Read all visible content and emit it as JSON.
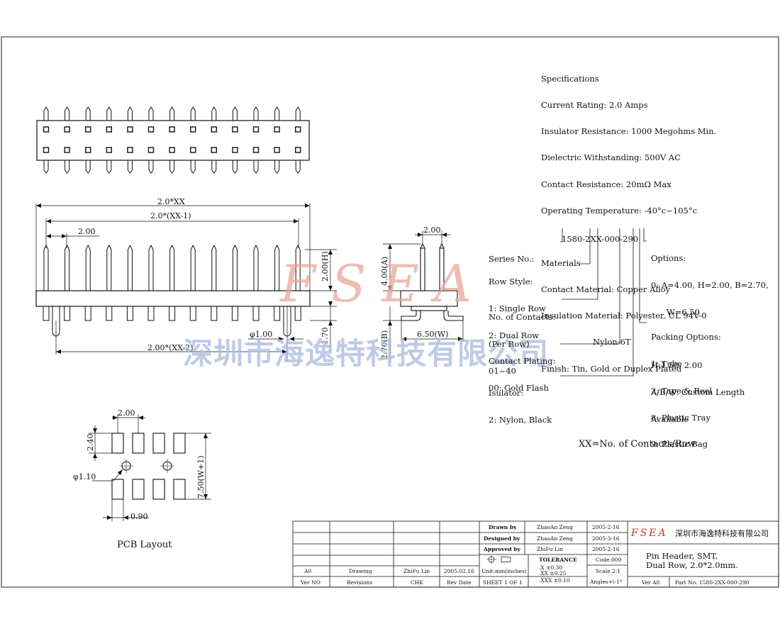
{
  "specifications": {
    "heading": "Specifications",
    "lines": [
      "Current Rating: 2.0 Amps",
      "Insulator Resistance: 1000 Megohms Min.",
      "Dielectric Withstanding: 500V AC",
      "Contact Resistance: 20mΩ Max",
      "Operating Temperature: -40°c~105°c"
    ]
  },
  "materials": {
    "heading": "Materials",
    "lines": [
      "Contact Material: Copper Alloy",
      "Insulation Material: Polyester, UL 94V-0",
      "                    Nylon-6T",
      "Finish: Tin, Gold or Duplex Plated"
    ]
  },
  "part_number": {
    "code": "1580-2XX-000-290",
    "series": "Series No.:",
    "row_style": [
      "Row Style:",
      "1: Single Row",
      "2: Dual Row"
    ],
    "contacts": [
      "No. of Contacts:",
      "(Per Row)",
      "01~40"
    ],
    "plating": [
      "Contact Plating:",
      "00: Gold Flash"
    ],
    "insulator": [
      "Isulator:",
      "2: Nylon, Black"
    ],
    "options": [
      "Options:",
      "0: A=4.00, H=2.00, B=2.70,",
      "      W=6.50",
      "",
      "H:1.50, 2.00",
      "A/B/W: Custom Length",
      "Available"
    ],
    "packing": [
      "Packing Options:",
      "1: Tube",
      "2: Tape & Reel",
      "8: Plastic Tray",
      "9: Plastic Bag"
    ],
    "xx_note": "XX=No. of Contacts/Row"
  },
  "dimensions": {
    "overall": "2.0*XX",
    "span": "2.0*(XX-1)",
    "pitch": "2.00",
    "height_h": "2.00(H)",
    "tail": "1.70",
    "post_dia": "φ1.00",
    "post_span": "2.00*(XX-2)",
    "side_pitch": "2.00",
    "side_a": "4.00(A)",
    "side_b": "2.70(B)",
    "side_w": "6.50(W)"
  },
  "pcb_layout": {
    "label": "PCB Layout",
    "pitch": "2.00",
    "pad_len": "2.40",
    "hole": "φ1.10",
    "pad_w": "0.90",
    "span": "7.50(W+1)"
  },
  "watermark": {
    "logo": "FSEA",
    "company": "深圳市海逸特科技有限公司"
  },
  "title_block": {
    "drawn_by_label": "Drawn  by",
    "drawn_by": "ZhaoAn Zeng",
    "drawn_date": "2005-2-16",
    "designed_by_label": "Designed  by",
    "designed_by": "ZhaoAn Zeng",
    "designed_date": "2005-3-16",
    "approved_by_label": "Approved  by",
    "approved_by": "ZhiFu Lin",
    "approved_date": "2005-2-16",
    "rev_row": [
      "A0",
      "Drawing",
      "ZhiFu Lin",
      "2005.02.16"
    ],
    "rev_headers": [
      "Ver NO",
      "Revisions",
      "CHK",
      "Rev Date"
    ],
    "units": "Unit:mm(inches)",
    "sheet": "SHEET  1  OF  1",
    "tolerance_label": "TOLERANCE",
    "tol_x": ".X      ±0.30",
    "tol_xx": ".XX     ±0.25",
    "tol_xxx": ".XXX    ±0.10",
    "code": "Code:000",
    "scale": "Scale  2:1",
    "angles": "Angles+\\-1°",
    "logo": "FSEA",
    "company": "深圳市海逸特科技有限公司",
    "title_line1": "Pin Header, SMT,",
    "title_line2": "Dual Row, 2.0*2.0mm.",
    "ver": "Ver A0",
    "part_no": "Part No.   1580-2XX-000-290"
  }
}
